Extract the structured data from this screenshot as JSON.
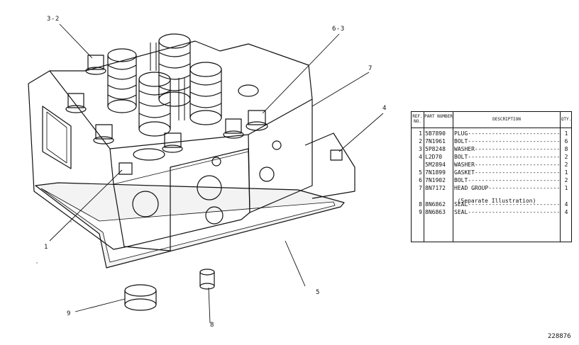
{
  "callouts": {
    "c3_2": "3-2",
    "c6_3": "6-3",
    "c7": "7",
    "c4": "4",
    "c1": "1",
    "c5": "5",
    "c9": "9",
    "c8": "8"
  },
  "table": {
    "headers": {
      "ref": "REF. NO.",
      "part": "PART NUMBER",
      "desc": "DESCRIPTION",
      "qty": "QTY."
    },
    "rows": [
      {
        "ref": "1",
        "part": "5B7890",
        "desc": "PLUG------------------------------",
        "qty": "1"
      },
      {
        "ref": "2",
        "part": "7N1961",
        "desc": "BOLT------------------------------",
        "qty": "6"
      },
      {
        "ref": "3",
        "part": "5P8248",
        "desc": "WASHER----------------------------",
        "qty": "8"
      },
      {
        "ref": "4",
        "part": "L2D70",
        "desc": "BOLT------------------------------",
        "qty": "2"
      },
      {
        "ref": "",
        "part": "5M2894",
        "desc": "WASHER----------------------------",
        "qty": "2"
      },
      {
        "ref": "5",
        "part": "7N1899",
        "desc": "GASKET----------------------------",
        "qty": "1"
      },
      {
        "ref": "6",
        "part": "7N1902",
        "desc": "BOLT------------------------------",
        "qty": "2"
      },
      {
        "ref": "7",
        "part": "8N7172",
        "desc": "HEAD GROUP------------------------",
        "qty": "1"
      },
      {
        "ref": "8",
        "part": "8N6862",
        "desc": "SEAL------------------------------",
        "qty": "4"
      },
      {
        "ref": "9",
        "part": "8N6863",
        "desc": "SEAL------------------------------",
        "qty": "4"
      }
    ],
    "separate_note": "(Separate Illustration)"
  },
  "figure_number": "228876"
}
